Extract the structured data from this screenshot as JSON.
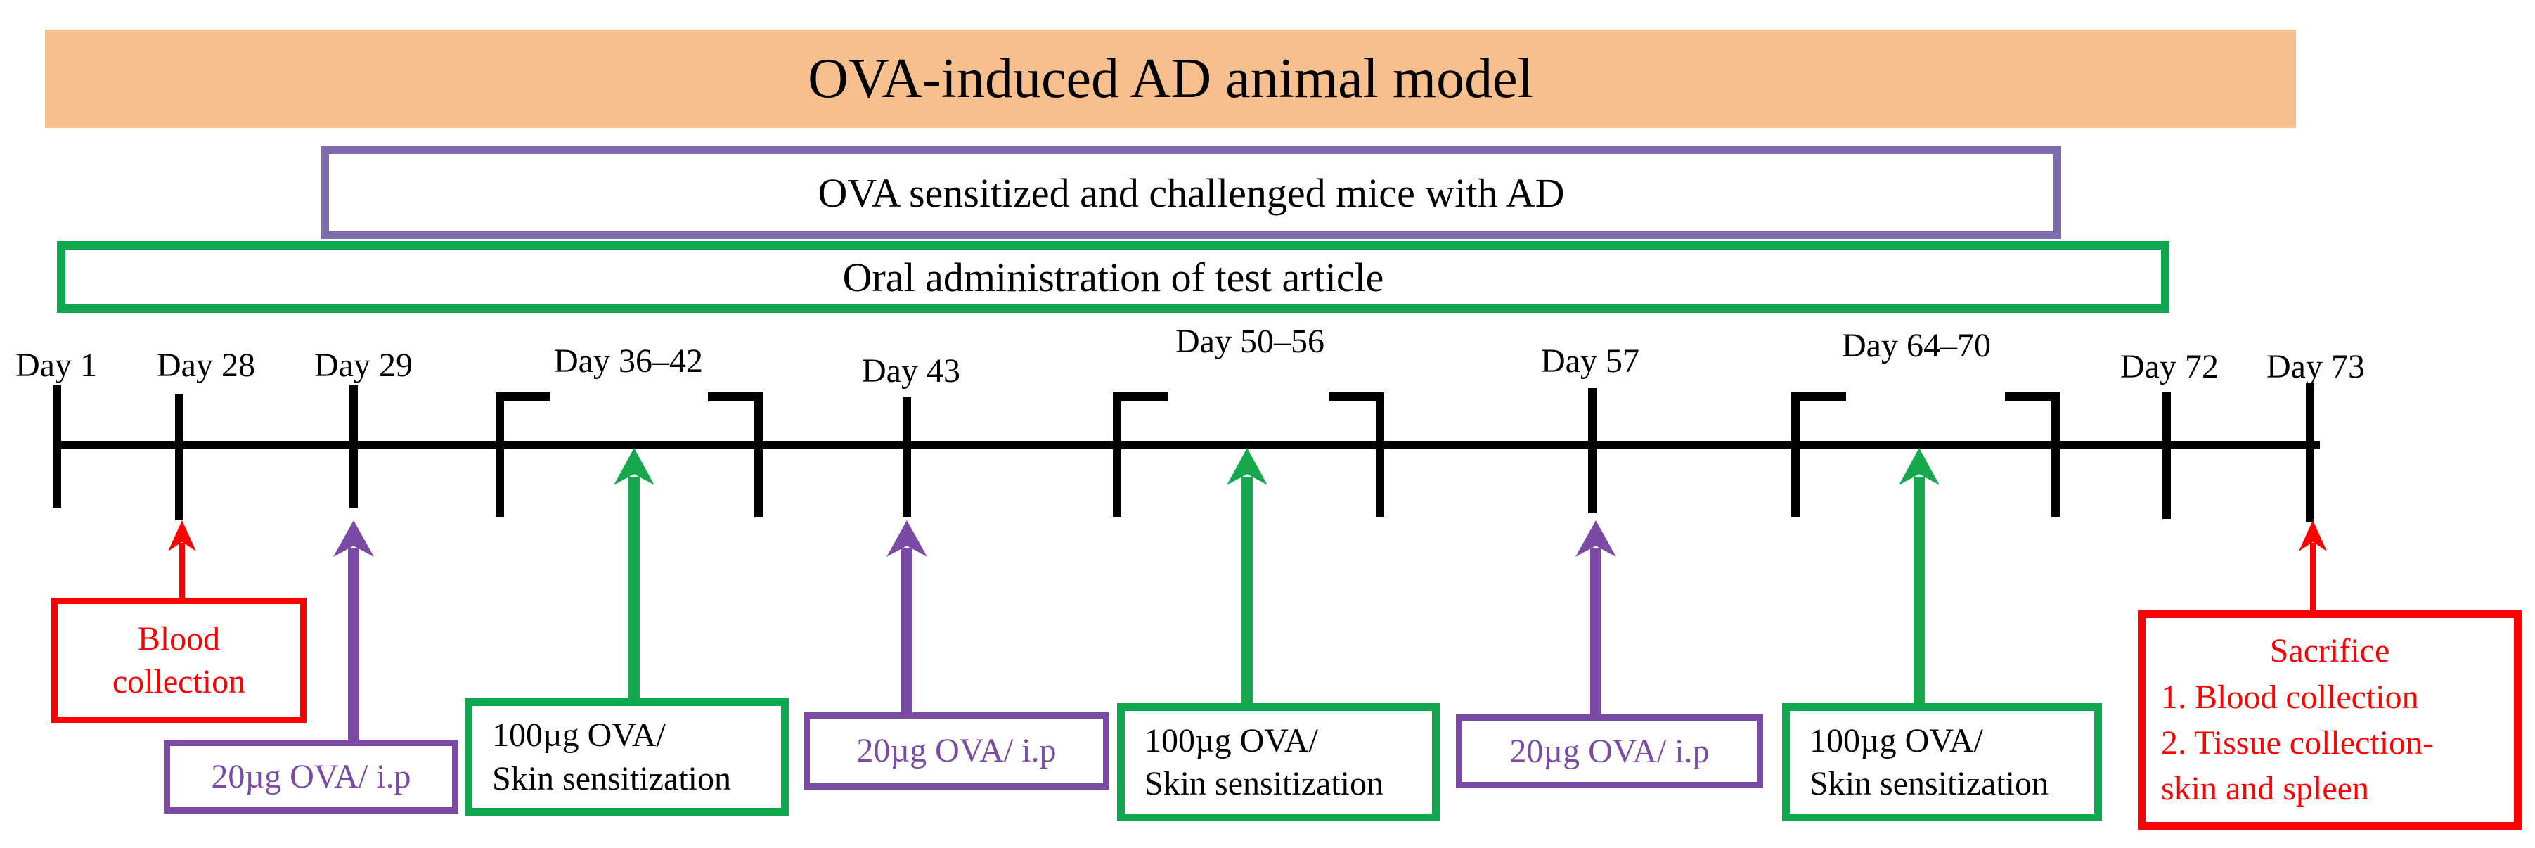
{
  "banner": {
    "title": "OVA-induced AD animal model",
    "bg_color": "#F7BF8D"
  },
  "bars": {
    "sensitized": {
      "label": "OVA sensitized and challenged mice with AD",
      "border_color": "#7D6BAE"
    },
    "oral": {
      "label": "Oral administration of test article",
      "border_color": "#10A84F"
    }
  },
  "timeline": {
    "days": [
      {
        "label": "Day 1"
      },
      {
        "label": "Day 28"
      },
      {
        "label": "Day 29"
      },
      {
        "label": "Day 36–42"
      },
      {
        "label": "Day 43"
      },
      {
        "label": "Day 50–56"
      },
      {
        "label": "Day 57"
      },
      {
        "label": "Day 64–70"
      },
      {
        "label": "Day 72"
      },
      {
        "label": "Day 73"
      }
    ]
  },
  "events": {
    "blood_collection": {
      "lines": [
        "Blood",
        "collection"
      ],
      "color": "#FF0000"
    },
    "ip_injection": {
      "label": "20µg OVA/ i.p",
      "color": "#7B4AA6"
    },
    "skin_sensitization": {
      "lines": [
        "100µg OVA/",
        "Skin sensitization"
      ],
      "border_color": "#10A84F",
      "text_color": "#000000"
    },
    "sacrifice": {
      "lines": [
        "Sacrifice",
        "1. Blood collection",
        "2. Tissue collection-",
        "skin and spleen"
      ],
      "color": "#FF0000"
    }
  },
  "colors": {
    "timeline": "#000000",
    "red": "#FF0000",
    "purple": "#7B4AA6",
    "green": "#17A84E"
  }
}
